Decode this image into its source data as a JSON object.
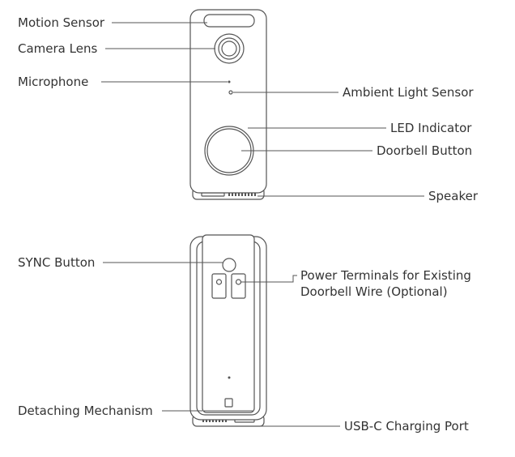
{
  "front_view": {
    "labels": {
      "motion_sensor": "Motion Sensor",
      "camera_lens": "Camera Lens",
      "microphone": "Microphone",
      "ambient_light_sensor": "Ambient Light Sensor",
      "led_indicator": "LED Indicator",
      "doorbell_button": "Doorbell Button",
      "speaker": "Speaker"
    }
  },
  "back_view": {
    "labels": {
      "sync_button": "SYNC Button",
      "power_terminals_line1": "Power Terminals for Existing",
      "power_terminals_line2": "Doorbell Wire (Optional)",
      "detaching_mechanism": "Detaching Mechanism",
      "usb_c_port": "USB-C Charging Port"
    }
  },
  "colors": {
    "outline": "#555555",
    "text": "#333333"
  }
}
